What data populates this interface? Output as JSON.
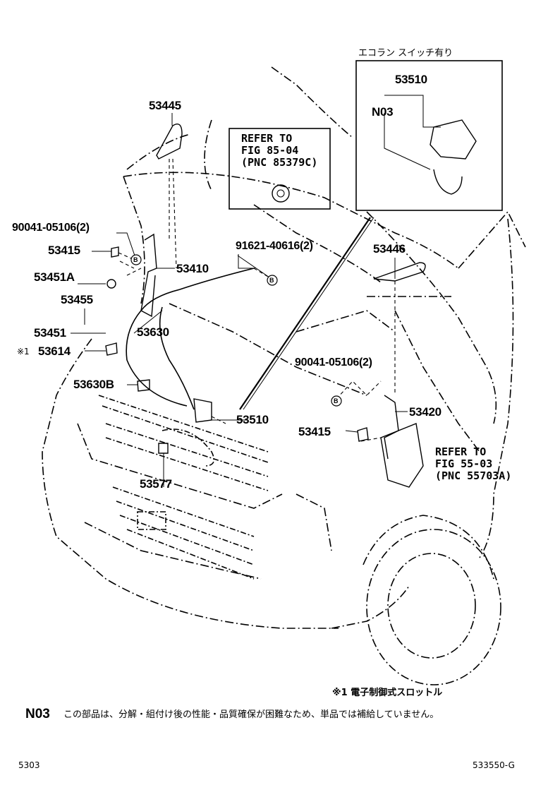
{
  "labels": {
    "p53445": "53445",
    "p53510_box": "53510",
    "n03_box": "N03",
    "p90041_left": "90041-05106(2)",
    "p53415_left": "53415",
    "p91621": "91621-40616(2)",
    "p53446": "53446",
    "p53451a": "53451A",
    "p53410": "53410",
    "p53455": "53455",
    "p53630": "53630",
    "p53451": "53451",
    "p53614": "53614",
    "p53614_mark": "※1",
    "p90041_right": "90041-05106(2)",
    "p53630b": "53630B",
    "p53420": "53420",
    "p53510_main": "53510",
    "p53415_right": "53415",
    "p53577": "53577"
  },
  "callouts": {
    "b_marker": "B"
  },
  "refs": {
    "ref1_line1": "REFER TO",
    "ref1_line2": "FIG 85-04",
    "ref1_line3": "(PNC 85379C)",
    "ref2_line1": "REFER TO",
    "ref2_line2": "FIG 55-03",
    "ref2_line3": "(PNC 55703A)"
  },
  "inset": {
    "title": "エコラン スイッチ有り"
  },
  "notes": {
    "note1": "※1 電子制御式スロットル",
    "n03_code": "N03",
    "n03_text": "この部品は、分解・組付け後の性能・品質確保が困難なため、単品では補給していません。"
  },
  "footer": {
    "page_code": "5303",
    "figure_code": "533550-G"
  }
}
